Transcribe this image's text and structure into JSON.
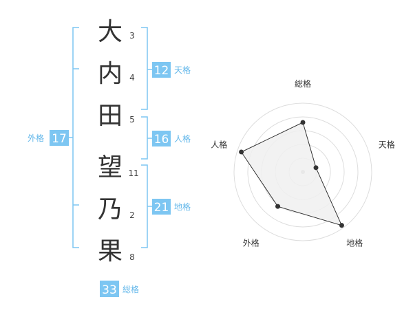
{
  "name": {
    "characters": [
      {
        "char": "大",
        "strokes": "3"
      },
      {
        "char": "内",
        "strokes": "4"
      },
      {
        "char": "田",
        "strokes": "5"
      },
      {
        "char": "望",
        "strokes": "11"
      },
      {
        "char": "乃",
        "strokes": "2"
      },
      {
        "char": "果",
        "strokes": "8"
      }
    ]
  },
  "kaku": {
    "tenkaku": {
      "value": "12",
      "label": "天格"
    },
    "jinkaku": {
      "value": "16",
      "label": "人格"
    },
    "chikaku": {
      "value": "21",
      "label": "地格"
    },
    "gaikaku": {
      "value": "17",
      "label": "外格"
    },
    "soukaku": {
      "value": "33",
      "label": "総格"
    }
  },
  "colors": {
    "accent": "#7dc6f2",
    "accent_text": "#ffffff",
    "label_text": "#62b7ea",
    "name_text": "#333333",
    "stroke_text": "#444444",
    "radar_ring": "#dddddd",
    "radar_fill": "#f0f0f0",
    "radar_line": "#333333",
    "radar_label": "#333333"
  },
  "chart_data": {
    "type": "radar",
    "axes": [
      "総格",
      "天格",
      "地格",
      "外格",
      "人格"
    ],
    "values": [
      3.6,
      1.0,
      4.8,
      3.1,
      4.7
    ],
    "max": 5,
    "rings": 5
  }
}
